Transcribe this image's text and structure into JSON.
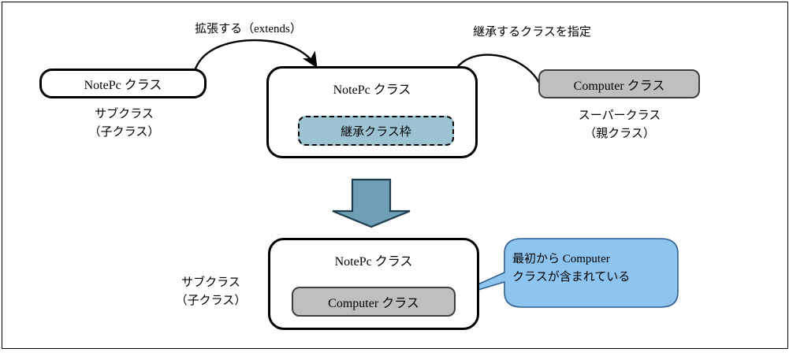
{
  "diagram": {
    "title": "Java inheritance (extends) explanation diagram",
    "colors": {
      "frame_border": "#000000",
      "node_border": "#000000",
      "gray_fill": "#bfbfbf",
      "dashed_fill": "#9cc3d1",
      "bubble_fill": "#8ec4f0",
      "bubble_border": "#2f5f8f",
      "big_arrow_fill": "#6f9fb5",
      "big_arrow_border": "#1f3f4f",
      "text": "#000000"
    },
    "edge_labels": {
      "extends": "拡張する（extends）",
      "specify_superclass": "継承するクラスを指定"
    },
    "top_row": {
      "left_box": {
        "label": "NotePc クラス",
        "caption_line1": "サブクラス",
        "caption_line2": "（子クラス）"
      },
      "middle_box": {
        "title": "NotePc クラス",
        "inner_label": "継承クラス枠"
      },
      "right_box": {
        "label": "Computer クラス",
        "caption_line1": "スーパークラス",
        "caption_line2": "（親クラス）"
      }
    },
    "bottom_row": {
      "caption_line1": "サブクラス",
      "caption_line2": "（子クラス）",
      "box": {
        "title": "NotePc クラス",
        "inner_label": "Computer クラス"
      },
      "callout": {
        "line1": "最初から Computer",
        "line2": "クラスが含まれている"
      }
    }
  }
}
